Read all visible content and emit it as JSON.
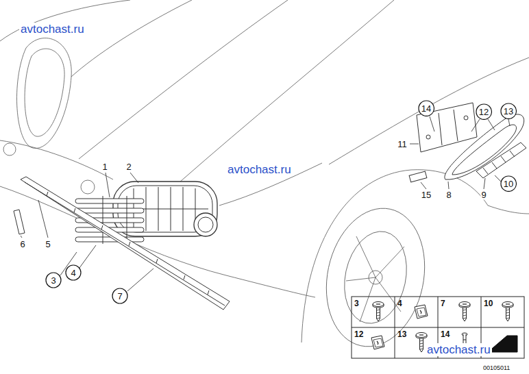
{
  "diagram": {
    "nodes": [
      {
        "text": [
          "14"
        ]
      },
      {
        "text": [
          "12"
        ]
      },
      {
        "text": [
          "13"
        ]
      },
      {
        "text": [
          "10"
        ]
      },
      {
        "text": [
          "4"
        ]
      },
      {
        "text": [
          "3"
        ]
      },
      {
        "text": [
          "7"
        ]
      }
    ],
    "labels": [
      "avtochast.ru",
      "avtochast.ru",
      "1",
      "2",
      "11",
      "15",
      "8",
      "9",
      "6",
      "5",
      "3",
      "4",
      "7",
      "10",
      "12",
      "13",
      "14",
      "avtochast.ru",
      "00105011"
    ]
  }
}
